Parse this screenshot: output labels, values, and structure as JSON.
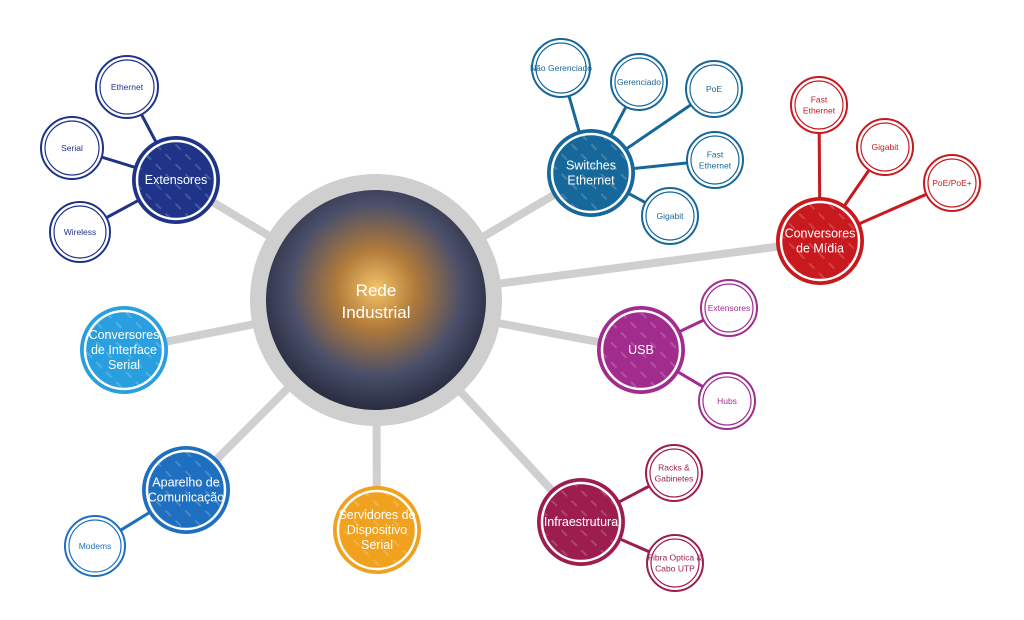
{
  "center": {
    "label_lines": [
      "Rede",
      "Industrial"
    ]
  },
  "nodes": [
    {
      "id": "extensores",
      "lines": [
        "Extensores"
      ],
      "color": "#1f3488",
      "children": [
        {
          "lines": [
            "Ethernet"
          ]
        },
        {
          "lines": [
            "Serial"
          ]
        },
        {
          "lines": [
            "Wireless"
          ]
        }
      ]
    },
    {
      "id": "switches-ethernet",
      "lines": [
        "Switches",
        "Ethernet"
      ],
      "color": "#17689a",
      "children": [
        {
          "lines": [
            "Não Gerenciado"
          ]
        },
        {
          "lines": [
            "Gerenciado"
          ]
        },
        {
          "lines": [
            "PoE"
          ]
        },
        {
          "lines": [
            "Fast",
            "Ethernet"
          ]
        },
        {
          "lines": [
            "Gigabit"
          ]
        }
      ]
    },
    {
      "id": "conversores-de-midia",
      "lines": [
        "Conversores",
        "de Mídia"
      ],
      "color": "#c8191f",
      "children": [
        {
          "lines": [
            "Fast",
            "Ethernet"
          ]
        },
        {
          "lines": [
            "Gigabit"
          ]
        },
        {
          "lines": [
            "PoE/PoE+"
          ]
        }
      ]
    },
    {
      "id": "usb",
      "lines": [
        "USB"
      ],
      "color": "#a12c8e",
      "children": [
        {
          "lines": [
            "Extensores"
          ]
        },
        {
          "lines": [
            "Hubs"
          ]
        }
      ]
    },
    {
      "id": "infraestrutura",
      "lines": [
        "Infraestrutura"
      ],
      "color": "#9e1d4f",
      "children": [
        {
          "lines": [
            "Racks &",
            "Gabinetes"
          ]
        },
        {
          "lines": [
            "Fibra Optica &",
            "Cabo UTP"
          ]
        }
      ]
    },
    {
      "id": "servidores-de-dispositivo-serial",
      "lines": [
        "Servidores de",
        "Dispositivo",
        "Serial"
      ],
      "color": "#f0a11e",
      "children": []
    },
    {
      "id": "aparelho-de-comunicacao",
      "lines": [
        "Aparelho de",
        "Comunicação"
      ],
      "color": "#1e6fbf",
      "children": [
        {
          "lines": [
            "Modems"
          ]
        }
      ]
    },
    {
      "id": "conversores-de-interface-serial",
      "lines": [
        "Conversores",
        "de Interface",
        "Serial"
      ],
      "color": "#2a9fe0",
      "children": []
    }
  ]
}
